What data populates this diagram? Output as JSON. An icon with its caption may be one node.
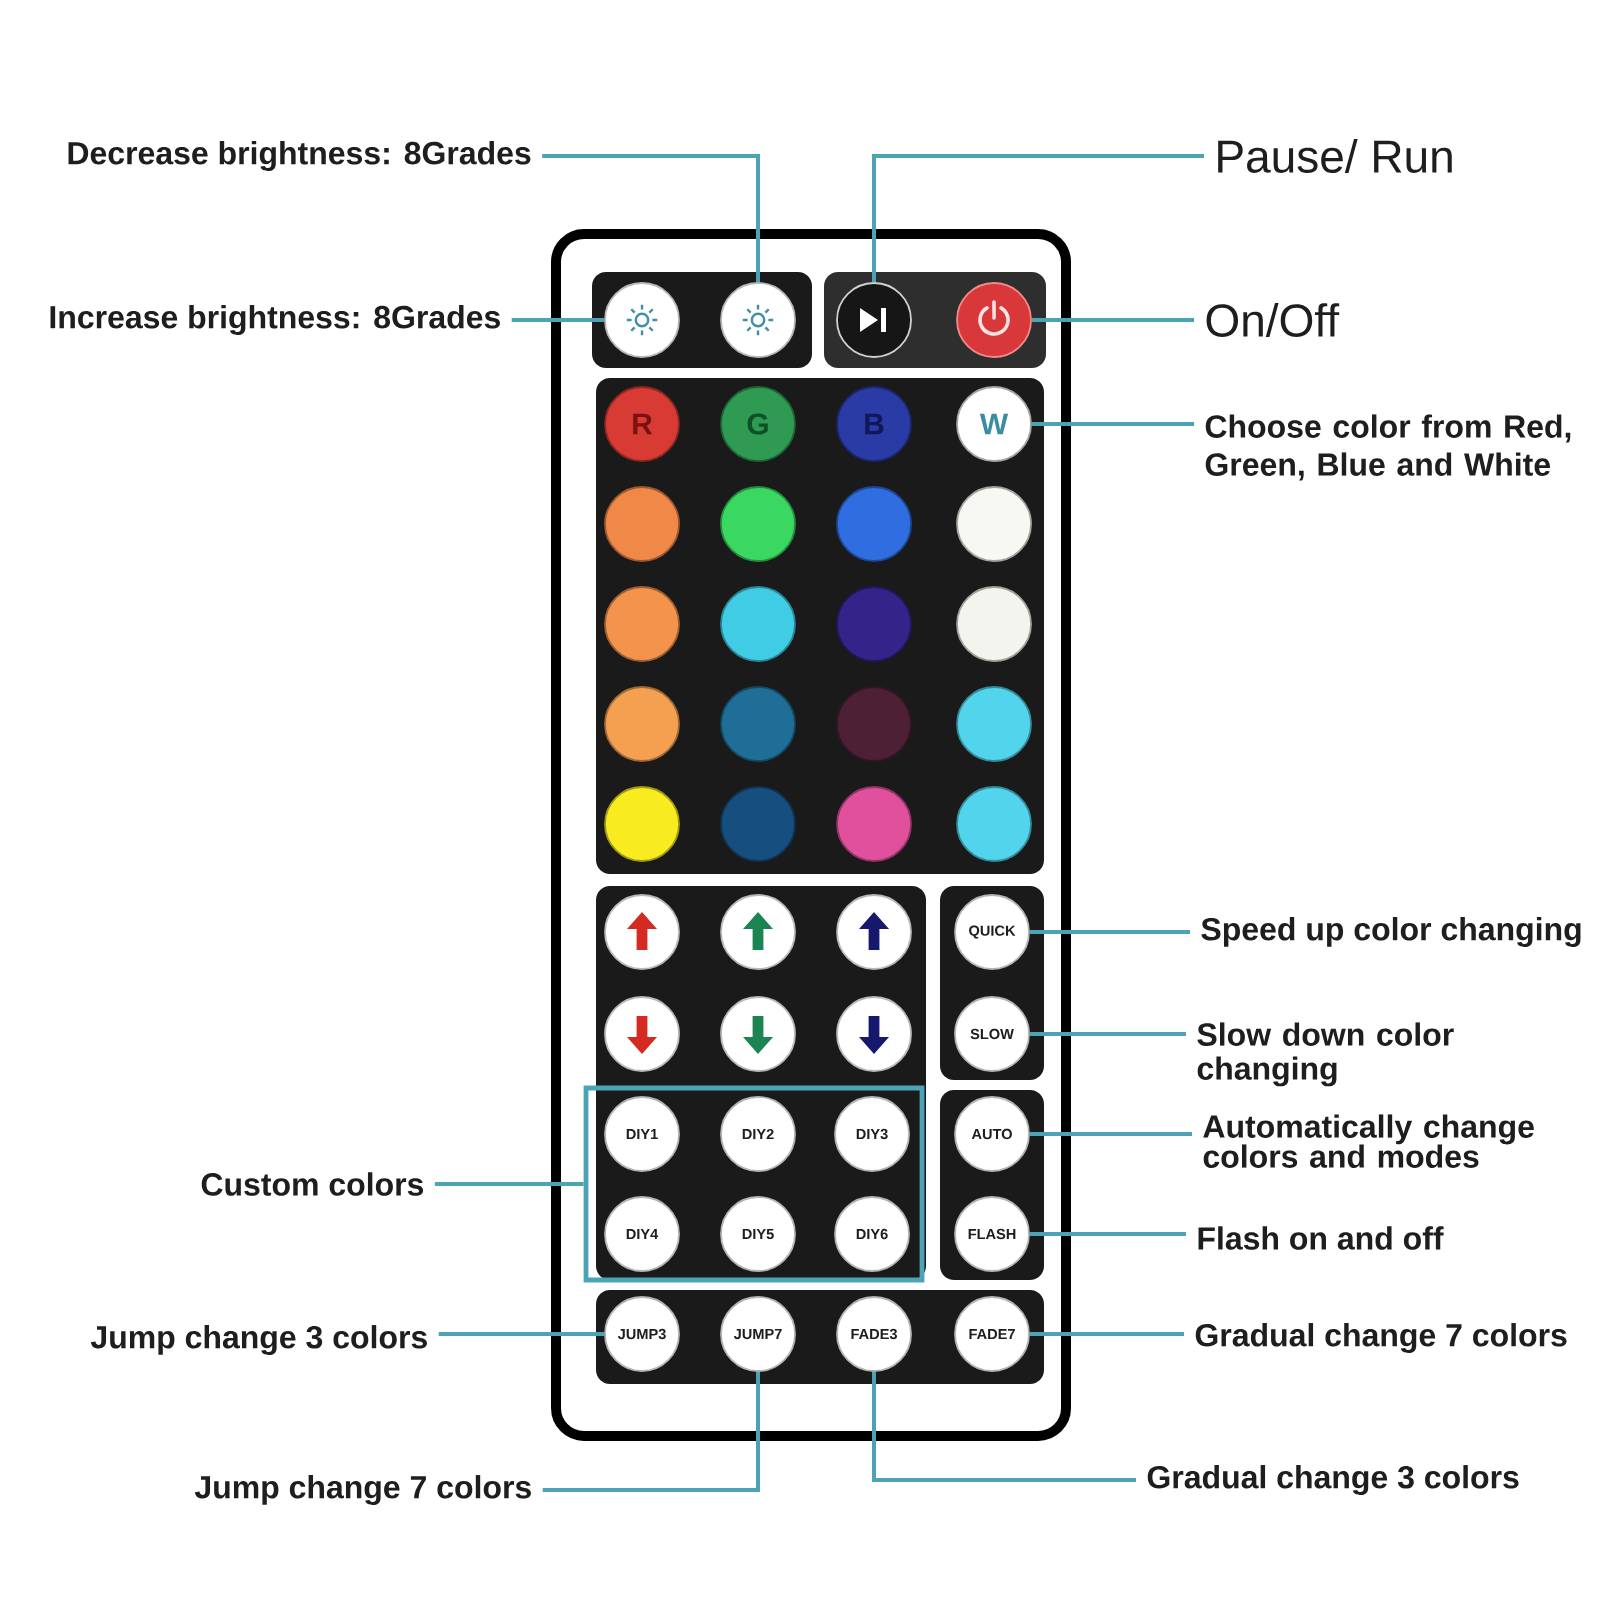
{
  "diagram": {
    "nodes": [
      {
        "text": [
          "Decrease brightness: 8Grades"
        ]
      },
      {
        "text": [
          "Pause/ Run"
        ]
      },
      {
        "text": [
          "Increase brightness: 8Grades"
        ]
      },
      {
        "text": [],
        "shape": "circle"
      },
      {
        "text": [],
        "shape": "circle"
      },
      {
        "text": [],
        "shape": "circle"
      },
      {
        "text": [],
        "shape": "circle"
      },
      {
        "text": [
          "On/Off"
        ]
      },
      {
        "text": [
          "R"
        ]
      },
      {
        "text": [
          "G"
        ]
      },
      {
        "text": [
          "B"
        ]
      },
      {
        "text": [
          "W"
        ]
      },
      {
        "text": [
          "Choose color from Red, Green, Blue and White"
        ]
      },
      {
        "text": [],
        "shape": "circle"
      },
      {
        "text": [],
        "shape": "circle"
      },
      {
        "text": [],
        "shape": "circle"
      },
      {
        "text": [],
        "shape": "circle"
      },
      {
        "text": [],
        "shape": "circle"
      },
      {
        "text": [],
        "shape": "circle"
      },
      {
        "text": [],
        "shape": "circle"
      },
      {
        "text": [],
        "shape": "circle"
      },
      {
        "text": [],
        "shape": "circle"
      },
      {
        "text": [],
        "shape": "circle"
      },
      {
        "text": [],
        "shape": "circle"
      },
      {
        "text": [],
        "shape": "circle"
      },
      {
        "text": [],
        "shape": "circle"
      },
      {
        "text": [],
        "shape": "circle"
      },
      {
        "text": [],
        "shape": "circle"
      },
      {
        "text": [],
        "shape": "circle"
      },
      {
        "text": [],
        "shape": "circle"
      },
      {
        "text": [],
        "shape": "circle"
      },
      {
        "text": [],
        "shape": "circle"
      },
      {
        "text": [
          "QUICK"
        ]
      },
      {
        "text": [
          "Speed up color changing"
        ]
      },
      {
        "text": [],
        "shape": "circle"
      },
      {
        "text": [],
        "shape": "circle"
      },
      {
        "text": [],
        "shape": "circle"
      },
      {
        "text": [
          "SLOW"
        ]
      },
      {
        "text": [
          "Slow down color changing"
        ]
      },
      {
        "text": [
          "Custom colors"
        ]
      },
      {
        "text": [],
        "shape": "box"
      },
      {
        "text": [
          "DIY1"
        ],
        "in": 40
      },
      {
        "text": [
          "DIY2"
        ],
        "in": 40
      },
      {
        "text": [
          "DIY3"
        ],
        "in": 40
      },
      {
        "text": [
          "AUTO"
        ]
      },
      {
        "text": [
          "Automatically change colors and modes"
        ]
      },
      {
        "text": [
          "DIY4"
        ],
        "in": 40
      },
      {
        "text": [
          "DIY5"
        ],
        "in": 40
      },
      {
        "text": [
          "DIY6"
        ],
        "in": 40
      },
      {
        "text": [
          "FLASH"
        ]
      },
      {
        "text": [
          "Flash on and off"
        ]
      },
      {
        "text": [
          "Jump change 3 colors"
        ]
      },
      {
        "text": [
          "JUMP3"
        ]
      },
      {
        "text": [
          "JUMP7"
        ]
      },
      {
        "text": [
          "FADE3"
        ]
      },
      {
        "text": [
          "FADE7"
        ]
      },
      {
        "text": [
          "Gradual change 7 colors"
        ]
      },
      {
        "text": [
          "Jump change 7 colors"
        ]
      },
      {
        "text": [
          "Gradual change 3 colors"
        ]
      }
    ],
    "edges": [
      {
        "from": 0,
        "to": 4,
        "arrow": "none"
      },
      {
        "from": 1,
        "to": 5,
        "arrow": "none"
      },
      {
        "from": 2,
        "to": 3,
        "arrow": "none"
      },
      {
        "from": 7,
        "to": 6,
        "arrow": "none"
      },
      {
        "from": 12,
        "to": 11,
        "arrow": "none"
      },
      {
        "from": 33,
        "to": 32,
        "arrow": "none"
      },
      {
        "from": 38,
        "to": 37,
        "arrow": "none"
      },
      {
        "from": 39,
        "to": 40,
        "arrow": "none"
      },
      {
        "from": 45,
        "to": 44,
        "arrow": "none"
      },
      {
        "from": 50,
        "to": 49,
        "arrow": "none"
      },
      {
        "from": 51,
        "to": 52,
        "arrow": "none"
      },
      {
        "from": 56,
        "to": 55,
        "arrow": "none"
      },
      {
        "from": 57,
        "to": 53,
        "arrow": "none"
      },
      {
        "from": 58,
        "to": 54,
        "arrow": "none"
      }
    ]
  }
}
